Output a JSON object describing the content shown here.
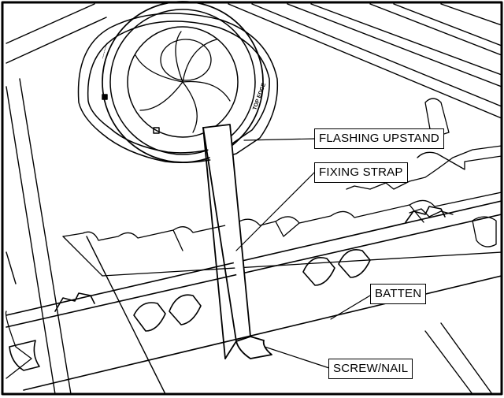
{
  "figure": {
    "labels": {
      "flashing_upstand": "FLASHING UPSTAND",
      "fixing_strap": "FIXING STRAP",
      "batten": "BATTEN",
      "screw_nail": "SCREW/NAIL"
    },
    "vent_ring_text": {
      "left": "---------",
      "right": "TOP EDGE"
    },
    "colors": {
      "line": "#000000",
      "background": "#ffffff"
    }
  }
}
